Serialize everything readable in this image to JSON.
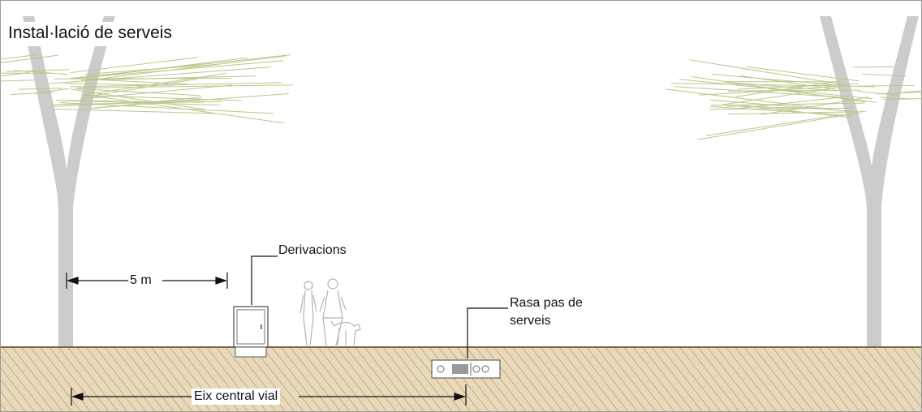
{
  "title": "Instal·lació de serveis",
  "labels": {
    "dimension": "5 m",
    "derivacions": "Derivacions",
    "rasa_line1": "Rasa pas de",
    "rasa_line2": "serveis",
    "eix": "Eix central vial"
  },
  "colors": {
    "ground_fill": "#e7d9b9",
    "ground_hatch": "#a08558",
    "ground_line": "#7d6a45",
    "tree": "#cccccc",
    "branch": "#b9c88b",
    "ink": "#111111"
  }
}
